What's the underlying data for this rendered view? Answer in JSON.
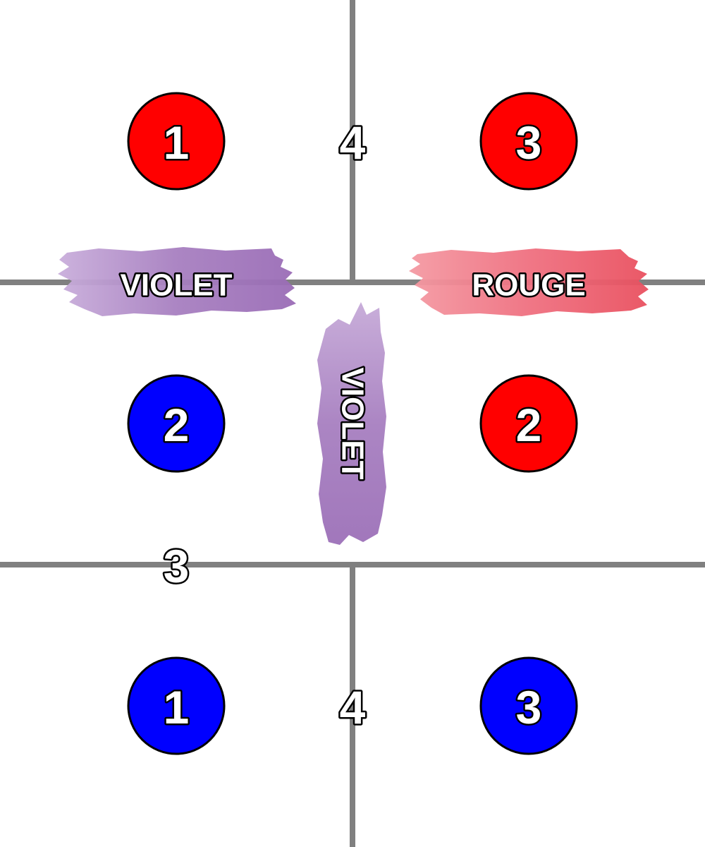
{
  "colors": {
    "background": "#ffffff",
    "grid_line": "#808080",
    "red_token": "#ff0000",
    "blue_token": "#0000ff",
    "violet_brush": "#a97cc0",
    "rouge_brush": "#ee5f6f"
  },
  "tokens": {
    "red_1": {
      "color": "red",
      "number": "1"
    },
    "red_3": {
      "color": "red",
      "number": "3"
    },
    "red_2": {
      "color": "red",
      "number": "2"
    },
    "blue_2": {
      "color": "blue",
      "number": "2"
    },
    "blue_1": {
      "color": "blue",
      "number": "1"
    },
    "blue_3": {
      "color": "blue",
      "number": "3"
    }
  },
  "edge_numbers": {
    "top_center": "4",
    "left_lower": "3",
    "bottom_center": "4"
  },
  "labels": {
    "violet_left": "VIOLET",
    "rouge_right": "ROUGE",
    "violet_center": "VIOLET"
  }
}
